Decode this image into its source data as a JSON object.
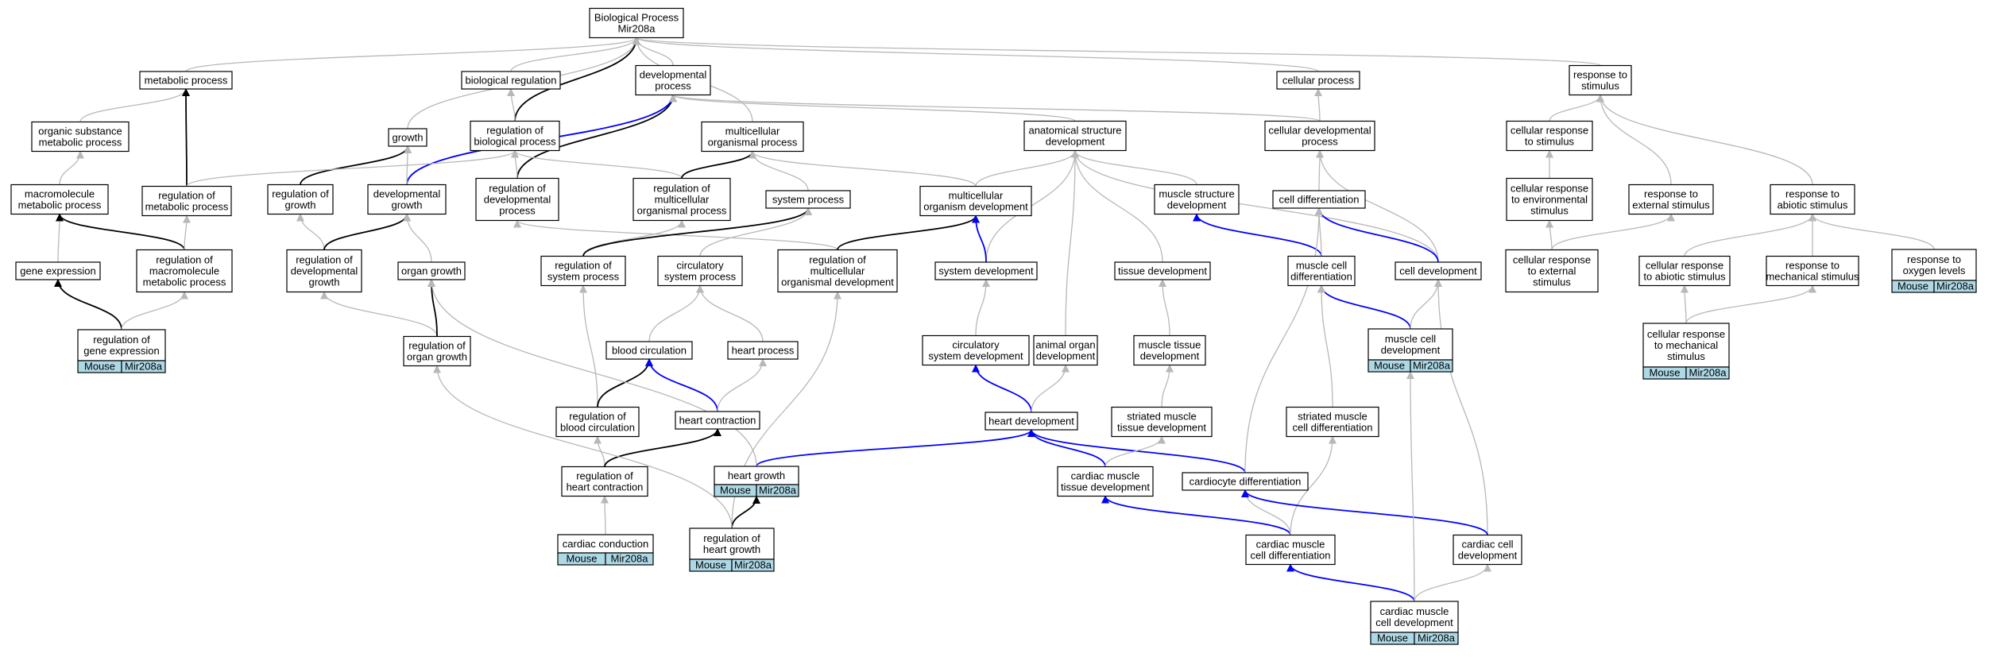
{
  "graph": {
    "nodes": [
      {
        "id": "bp",
        "lines": [
          "Biological Process",
          "Mir208a"
        ]
      },
      {
        "id": "metabolic",
        "lines": [
          "metabolic process"
        ]
      },
      {
        "id": "bioreg",
        "lines": [
          "biological regulation"
        ]
      },
      {
        "id": "devproc",
        "lines": [
          "developmental",
          "process"
        ]
      },
      {
        "id": "cellproc",
        "lines": [
          "cellular process"
        ]
      },
      {
        "id": "respstim",
        "lines": [
          "response to",
          "stimulus"
        ]
      },
      {
        "id": "orgsub",
        "lines": [
          "organic substance",
          "metabolic process"
        ]
      },
      {
        "id": "growth",
        "lines": [
          "growth"
        ]
      },
      {
        "id": "regbio",
        "lines": [
          "regulation of",
          "biological process"
        ]
      },
      {
        "id": "multiorg",
        "lines": [
          "multicellular",
          "organismal process"
        ]
      },
      {
        "id": "anatdev",
        "lines": [
          "anatomical structure",
          "development"
        ]
      },
      {
        "id": "celldevproc",
        "lines": [
          "cellular developmental",
          "process"
        ]
      },
      {
        "id": "cellresp",
        "lines": [
          "cellular response",
          "to stimulus"
        ]
      },
      {
        "id": "macromet",
        "lines": [
          "macromolecule",
          "metabolic process"
        ]
      },
      {
        "id": "regmet",
        "lines": [
          "regulation of",
          "metabolic process"
        ]
      },
      {
        "id": "reggrowth",
        "lines": [
          "regulation of",
          "growth"
        ]
      },
      {
        "id": "devgrowth",
        "lines": [
          "developmental",
          "growth"
        ]
      },
      {
        "id": "regdevproc",
        "lines": [
          "regulation of",
          "developmental",
          "process"
        ]
      },
      {
        "id": "regmultiproc",
        "lines": [
          "regulation of",
          "multicellular",
          "organismal process"
        ]
      },
      {
        "id": "sysproc",
        "lines": [
          "system process"
        ]
      },
      {
        "id": "multidev",
        "lines": [
          "multicellular",
          "organism development"
        ]
      },
      {
        "id": "muscstruct",
        "lines": [
          "muscle structure",
          "development"
        ]
      },
      {
        "id": "celldiff",
        "lines": [
          "cell differentiation"
        ]
      },
      {
        "id": "cellrespenv",
        "lines": [
          "cellular response",
          "to environmental",
          "stimulus"
        ]
      },
      {
        "id": "respext",
        "lines": [
          "response to",
          "external stimulus"
        ]
      },
      {
        "id": "respabio",
        "lines": [
          "response to",
          "abiotic stimulus"
        ]
      },
      {
        "id": "geneexp",
        "lines": [
          "gene expression"
        ]
      },
      {
        "id": "regmacro",
        "lines": [
          "regulation of",
          "macromolecule",
          "metabolic process"
        ]
      },
      {
        "id": "regdevgrowth",
        "lines": [
          "regulation of",
          "developmental",
          "growth"
        ]
      },
      {
        "id": "organgrowth",
        "lines": [
          "organ growth"
        ]
      },
      {
        "id": "regsysproc",
        "lines": [
          "regulation of",
          "system process"
        ]
      },
      {
        "id": "circsys",
        "lines": [
          "circulatory",
          "system process"
        ]
      },
      {
        "id": "regmultidev",
        "lines": [
          "regulation of",
          "multicellular",
          "organismal development"
        ]
      },
      {
        "id": "sysdev",
        "lines": [
          "system development"
        ]
      },
      {
        "id": "tissuedev",
        "lines": [
          "tissue development"
        ]
      },
      {
        "id": "musccelldiff",
        "lines": [
          "muscle cell",
          "differentiation"
        ]
      },
      {
        "id": "celldev",
        "lines": [
          "cell development"
        ]
      },
      {
        "id": "cellrespext",
        "lines": [
          "cellular response",
          "to external",
          "stimulus"
        ]
      },
      {
        "id": "cellrespabio",
        "lines": [
          "cellular response",
          "to abiotic stimulus"
        ]
      },
      {
        "id": "respmech",
        "lines": [
          "response to",
          "mechanical stimulus"
        ]
      },
      {
        "id": "respoxy",
        "lines": [
          "response to",
          "oxygen levels"
        ],
        "tag": [
          "Mouse",
          "Mir208a"
        ]
      },
      {
        "id": "reggeneexp",
        "lines": [
          "regulation of",
          "gene expression"
        ],
        "tag": [
          "Mouse",
          "Mir208a"
        ]
      },
      {
        "id": "regorgangrowth",
        "lines": [
          "regulation of",
          "organ growth"
        ]
      },
      {
        "id": "bloodcirc",
        "lines": [
          "blood circulation"
        ]
      },
      {
        "id": "heartproc",
        "lines": [
          "heart process"
        ]
      },
      {
        "id": "circsysdev",
        "lines": [
          "circulatory",
          "system development"
        ]
      },
      {
        "id": "animorgdev",
        "lines": [
          "animal organ",
          "development"
        ]
      },
      {
        "id": "musctissdev",
        "lines": [
          "muscle tissue",
          "development"
        ]
      },
      {
        "id": "musccelldev",
        "lines": [
          "muscle cell",
          "development"
        ],
        "tag": [
          "Mouse",
          "Mir208a"
        ]
      },
      {
        "id": "cellrespmech",
        "lines": [
          "cellular response",
          "to mechanical",
          "stimulus"
        ],
        "tag": [
          "Mouse",
          "Mir208a"
        ]
      },
      {
        "id": "regbloodcirc",
        "lines": [
          "regulation of",
          "blood circulation"
        ]
      },
      {
        "id": "heartcontr",
        "lines": [
          "heart contraction"
        ]
      },
      {
        "id": "heartdev",
        "lines": [
          "heart development"
        ]
      },
      {
        "id": "strmusctiss",
        "lines": [
          "striated muscle",
          "tissue development"
        ]
      },
      {
        "id": "strmusccell",
        "lines": [
          "striated muscle",
          "cell differentiation"
        ]
      },
      {
        "id": "regheartcontr",
        "lines": [
          "regulation of",
          "heart contraction"
        ]
      },
      {
        "id": "heartgrowth",
        "lines": [
          "heart growth"
        ],
        "tag": [
          "Mouse",
          "Mir208a"
        ]
      },
      {
        "id": "cardmusctiss",
        "lines": [
          "cardiac muscle",
          "tissue development"
        ]
      },
      {
        "id": "cardiocyte",
        "lines": [
          "cardiocyte differentiation"
        ]
      },
      {
        "id": "cardcond",
        "lines": [
          "cardiac conduction"
        ],
        "tag": [
          "Mouse",
          "Mir208a"
        ]
      },
      {
        "id": "regheartgrowth",
        "lines": [
          "regulation of",
          "heart growth"
        ],
        "tag": [
          "Mouse",
          "Mir208a"
        ]
      },
      {
        "id": "cardmusccelldiff",
        "lines": [
          "cardiac muscle",
          "cell differentiation"
        ]
      },
      {
        "id": "cardcelldev",
        "lines": [
          "cardiac cell",
          "development"
        ]
      },
      {
        "id": "cardmusccelldev",
        "lines": [
          "cardiac muscle",
          "cell development"
        ],
        "tag": [
          "Mouse",
          "Mir208a"
        ]
      }
    ],
    "edges": [
      [
        "metabolic",
        "bp",
        "gray"
      ],
      [
        "bioreg",
        "bp",
        "gray"
      ],
      [
        "devproc",
        "bp",
        "gray"
      ],
      [
        "cellproc",
        "bp",
        "gray"
      ],
      [
        "respstim",
        "bp",
        "gray"
      ],
      [
        "growth",
        "bp",
        "gray"
      ],
      [
        "regbio",
        "bp",
        "black"
      ],
      [
        "multiorg",
        "bp",
        "gray"
      ],
      [
        "orgsub",
        "metabolic",
        "gray"
      ],
      [
        "regmet",
        "metabolic",
        "black"
      ],
      [
        "regbio",
        "bioreg",
        "gray"
      ],
      [
        "regdevproc",
        "devproc",
        "black"
      ],
      [
        "devgrowth",
        "devproc",
        "blue"
      ],
      [
        "anatdev",
        "devproc",
        "gray"
      ],
      [
        "celldevproc",
        "devproc",
        "gray"
      ],
      [
        "celldevproc",
        "cellproc",
        "gray"
      ],
      [
        "cellresp",
        "respstim",
        "gray"
      ],
      [
        "respext",
        "respstim",
        "gray"
      ],
      [
        "respabio",
        "respstim",
        "gray"
      ],
      [
        "macromet",
        "orgsub",
        "gray"
      ],
      [
        "reggrowth",
        "growth",
        "black"
      ],
      [
        "devgrowth",
        "growth",
        "gray"
      ],
      [
        "regmet",
        "regbio",
        "gray"
      ],
      [
        "regdevproc",
        "regbio",
        "gray"
      ],
      [
        "regmultiproc",
        "regbio",
        "gray"
      ],
      [
        "regmultiproc",
        "multiorg",
        "black"
      ],
      [
        "sysproc",
        "multiorg",
        "gray"
      ],
      [
        "multidev",
        "multiorg",
        "gray"
      ],
      [
        "multidev",
        "anatdev",
        "gray"
      ],
      [
        "muscstruct",
        "anatdev",
        "gray"
      ],
      [
        "celldev",
        "anatdev",
        "gray"
      ],
      [
        "sysdev",
        "anatdev",
        "gray"
      ],
      [
        "animorgdev",
        "anatdev",
        "gray"
      ],
      [
        "tissuedev",
        "anatdev",
        "gray"
      ],
      [
        "celldiff",
        "celldevproc",
        "gray"
      ],
      [
        "celldev",
        "celldevproc",
        "gray"
      ],
      [
        "cellrespenv",
        "cellresp",
        "gray"
      ],
      [
        "geneexp",
        "macromet",
        "gray"
      ],
      [
        "regmacro",
        "macromet",
        "black"
      ],
      [
        "regmacro",
        "regmet",
        "gray"
      ],
      [
        "regdevgrowth",
        "reggrowth",
        "gray"
      ],
      [
        "regdevgrowth",
        "devgrowth",
        "black"
      ],
      [
        "organgrowth",
        "devgrowth",
        "gray"
      ],
      [
        "regmultidev",
        "regdevproc",
        "gray"
      ],
      [
        "regsysproc",
        "regmultiproc",
        "gray"
      ],
      [
        "regsysproc",
        "sysproc",
        "black"
      ],
      [
        "circsys",
        "sysproc",
        "gray"
      ],
      [
        "regmultidev",
        "multidev",
        "black"
      ],
      [
        "sysdev",
        "multidev",
        "blue"
      ],
      [
        "musccelldiff",
        "muscstruct",
        "blue"
      ],
      [
        "musccelldiff",
        "celldiff",
        "gray"
      ],
      [
        "celldev",
        "celldiff",
        "blue"
      ],
      [
        "cellrespext",
        "cellrespenv",
        "gray"
      ],
      [
        "cellrespext",
        "respext",
        "gray"
      ],
      [
        "cellrespabio",
        "respabio",
        "gray"
      ],
      [
        "respmech",
        "respabio",
        "gray"
      ],
      [
        "respoxy",
        "respabio",
        "gray"
      ],
      [
        "reggeneexp",
        "geneexp",
        "black"
      ],
      [
        "reggeneexp",
        "regmacro",
        "gray"
      ],
      [
        "regorgangrowth",
        "regdevgrowth",
        "gray"
      ],
      [
        "regorgangrowth",
        "organgrowth",
        "black"
      ],
      [
        "bloodcirc",
        "circsys",
        "gray"
      ],
      [
        "heartproc",
        "circsys",
        "gray"
      ],
      [
        "regbloodcirc",
        "regsysproc",
        "gray"
      ],
      [
        "regheartgrowth",
        "regmultidev",
        "gray"
      ],
      [
        "circsysdev",
        "sysdev",
        "gray"
      ],
      [
        "musctissdev",
        "tissuedev",
        "gray"
      ],
      [
        "musccelldev",
        "musccelldiff",
        "blue"
      ],
      [
        "strmusccell",
        "musccelldiff",
        "gray"
      ],
      [
        "musccelldev",
        "celldev",
        "gray"
      ],
      [
        "cardcelldev",
        "celldev",
        "gray"
      ],
      [
        "cellrespmech",
        "cellrespabio",
        "gray"
      ],
      [
        "cellrespmech",
        "respmech",
        "gray"
      ],
      [
        "regbloodcirc",
        "bloodcirc",
        "black"
      ],
      [
        "heartcontr",
        "bloodcirc",
        "blue"
      ],
      [
        "heartcontr",
        "heartproc",
        "gray"
      ],
      [
        "heartdev",
        "circsysdev",
        "blue"
      ],
      [
        "heartdev",
        "animorgdev",
        "gray"
      ],
      [
        "strmusctiss",
        "musctissdev",
        "gray"
      ],
      [
        "regheartcontr",
        "regbloodcirc",
        "gray"
      ],
      [
        "regheartcontr",
        "heartcontr",
        "black"
      ],
      [
        "heartgrowth",
        "heartdev",
        "blue"
      ],
      [
        "cardmusctiss",
        "heartdev",
        "blue"
      ],
      [
        "cardiocyte",
        "heartdev",
        "blue"
      ],
      [
        "cardmusctiss",
        "strmusctiss",
        "gray"
      ],
      [
        "cardmusccelldiff",
        "strmusccell",
        "gray"
      ],
      [
        "cardcond",
        "regheartcontr",
        "gray"
      ],
      [
        "regheartgrowth",
        "heartgrowth",
        "black"
      ],
      [
        "cardmusccelldiff",
        "cardmusctiss",
        "blue"
      ],
      [
        "cardmusccelldiff",
        "cardiocyte",
        "gray"
      ],
      [
        "cardcelldev",
        "cardiocyte",
        "blue"
      ],
      [
        "cardmusccelldev",
        "cardmusccelldiff",
        "blue"
      ],
      [
        "cardmusccelldev",
        "cardcelldev",
        "gray"
      ],
      [
        "cardmusccelldev",
        "musccelldev",
        "gray"
      ],
      [
        "heartgrowth",
        "organgrowth",
        "gray"
      ],
      [
        "regheartgrowth",
        "regorgangrowth",
        "gray"
      ],
      [
        "cardiocyte",
        "celldiff",
        "gray"
      ]
    ]
  },
  "colors": {
    "gray": "#b8b8b8",
    "black": "#000000",
    "blue": "#0000ff",
    "tag_fill": "#add8e6",
    "box_stroke": "#000000"
  }
}
